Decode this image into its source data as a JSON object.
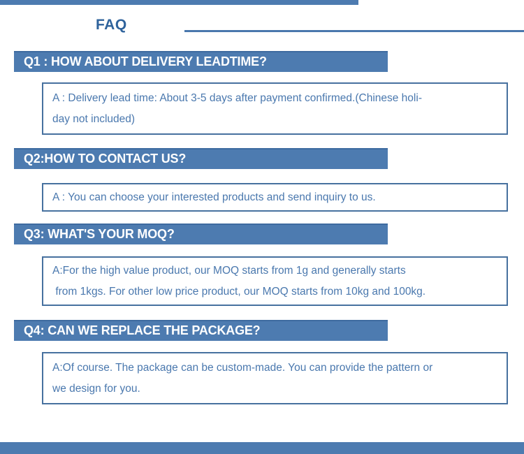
{
  "theme": {
    "accent": "#4d7bb0",
    "accent_dark": "#3e6ba0",
    "title_color": "#2f639c",
    "answer_text_color": "#4a78ae",
    "question_text_color": "#ffffff"
  },
  "header": {
    "title": "FAQ"
  },
  "faq": {
    "items": [
      {
        "question": "Q1 : HOW ABOUT DELIVERY LEADTIME?",
        "answer_lines": [
          "A : Delivery lead time: About 3-5 days after payment confirmed.(Chinese holi-",
          "day not included)"
        ]
      },
      {
        "question": "Q2:HOW TO CONTACT US?",
        "answer_lines": [
          "A : You can choose your interested products and send inquiry to us."
        ]
      },
      {
        "question": "Q3: WHAT'S YOUR MOQ?",
        "answer_lines": [
          "A:For the high value product, our MOQ starts from 1g and generally starts",
          " from 1kgs. For other low price product, our MOQ starts from 10kg and 100kg."
        ]
      },
      {
        "question": "Q4: CAN WE REPLACE THE PACKAGE?",
        "answer_lines": [
          "A:Of course. The package can be custom-made. You can provide the pattern or",
          "we design for you."
        ]
      }
    ]
  }
}
